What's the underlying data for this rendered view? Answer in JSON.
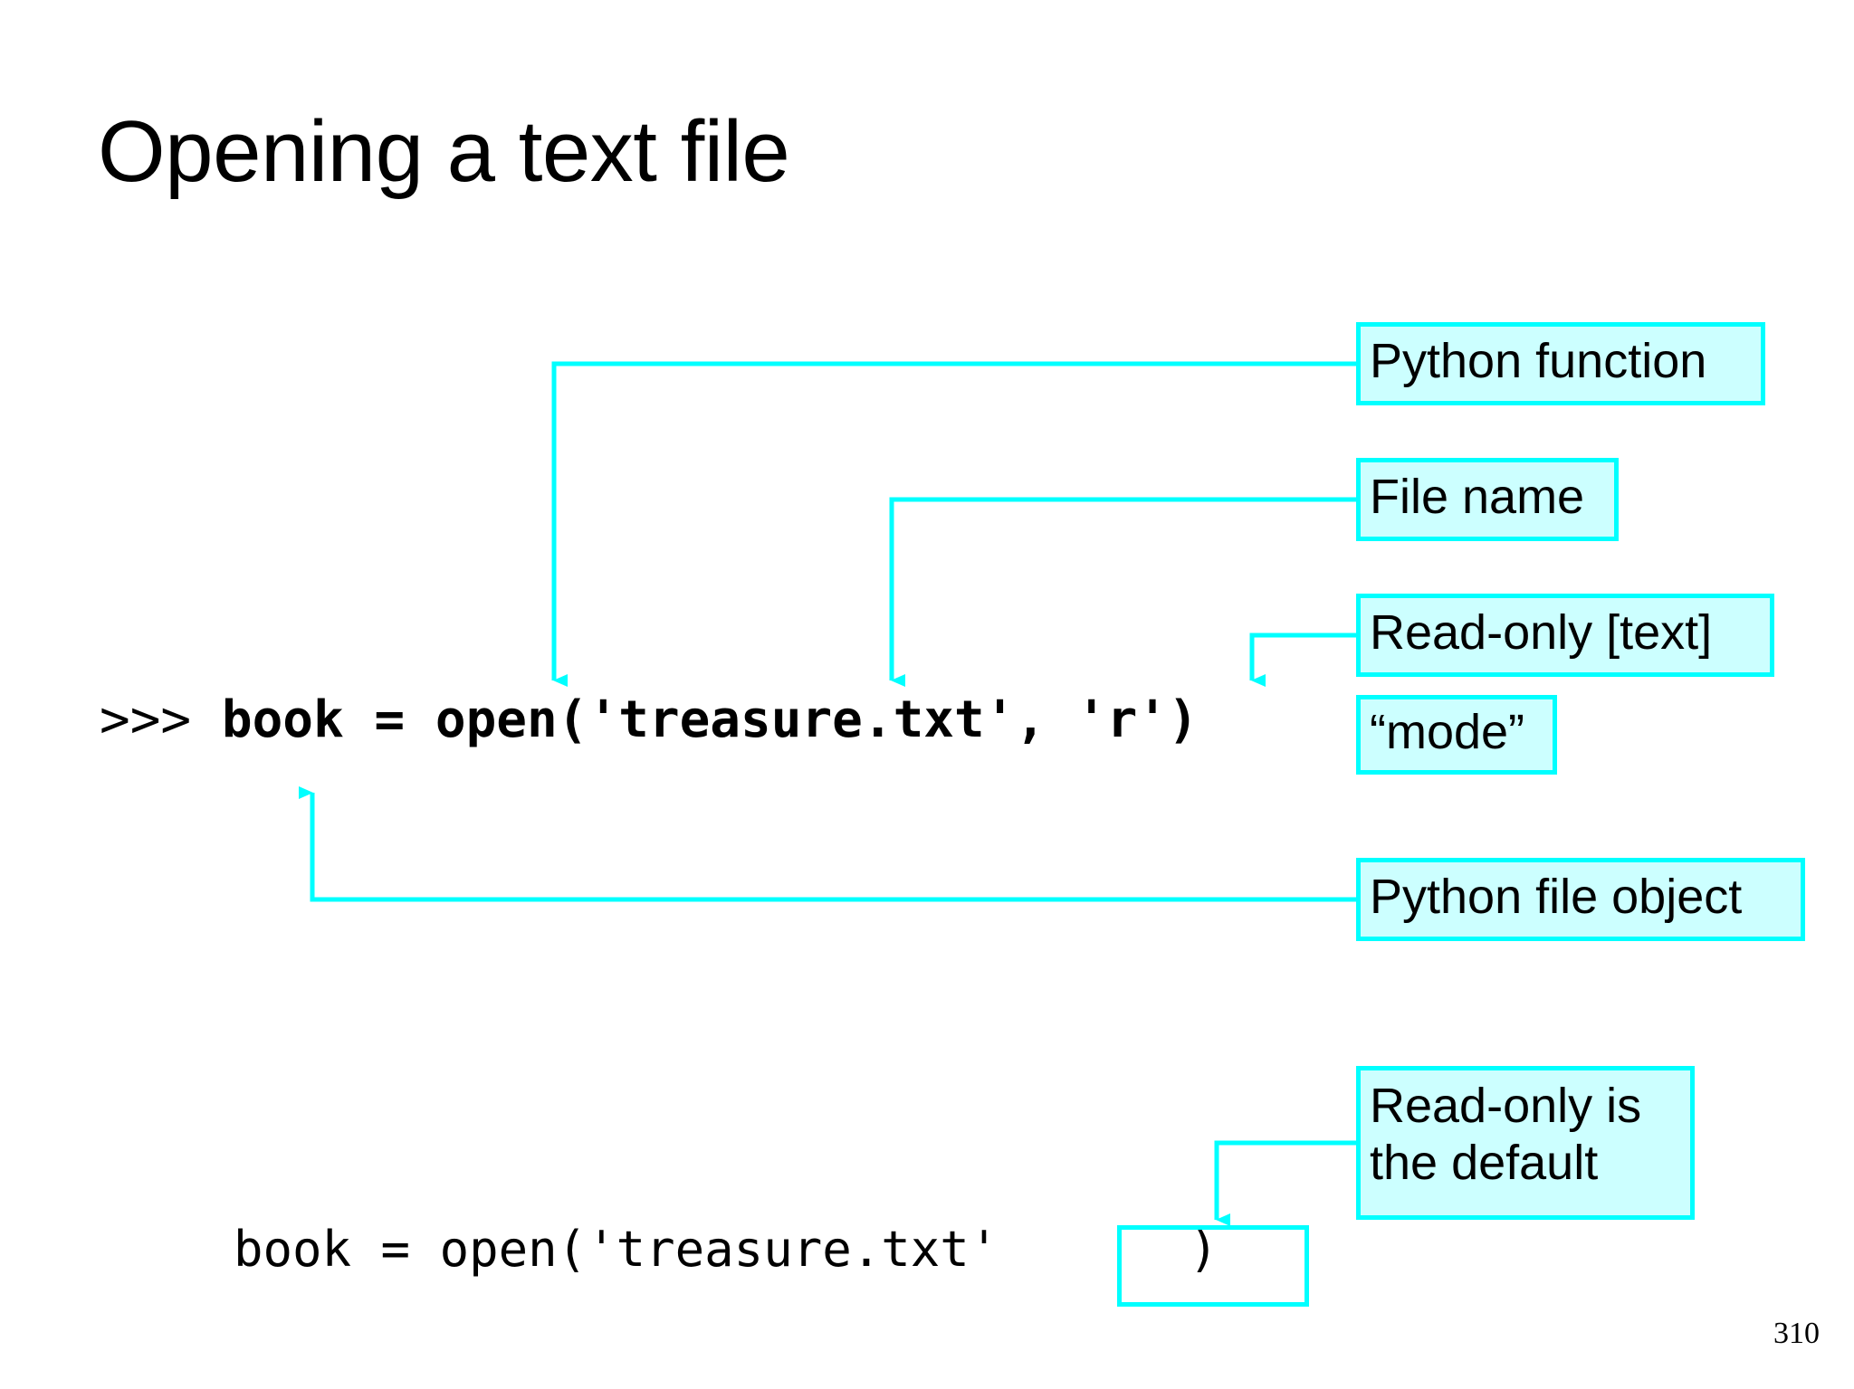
{
  "slide": {
    "title": "Opening a text file",
    "page_number": "310",
    "colors": {
      "accent_border": "#00FFFF",
      "accent_fill": "#CCFFFF",
      "text": "#000000",
      "background": "#FFFFFF"
    }
  },
  "code": {
    "primary": {
      "prompt": ">>> ",
      "statement": "book = open('treasure.txt', 'r')"
    },
    "secondary": {
      "before_blank": "book = open('treasure.txt'",
      "after_blank": ")"
    }
  },
  "callouts": [
    {
      "id": "python-function",
      "label": "Python function"
    },
    {
      "id": "file-name",
      "label": "File name"
    },
    {
      "id": "read-only-text",
      "label": "Read-only [text]"
    },
    {
      "id": "mode",
      "label": "“mode”"
    },
    {
      "id": "file-object",
      "label": "Python file object"
    },
    {
      "id": "read-only-default",
      "label": "Read-only is\nthe default"
    }
  ]
}
